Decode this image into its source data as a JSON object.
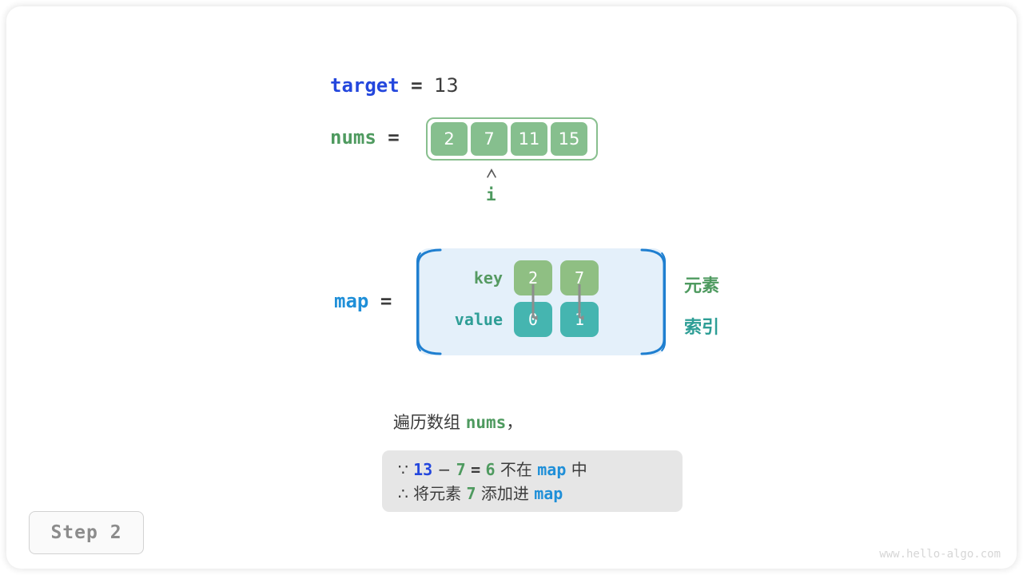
{
  "page": {
    "watermark": "www.hello-algo.com",
    "step_label": "Step 2"
  },
  "target_row": {
    "name": "target",
    "equals": "=",
    "value": "13"
  },
  "nums_row": {
    "name": "nums",
    "equals": "=",
    "cells": [
      "2",
      "7",
      "11",
      "15"
    ]
  },
  "pointer": {
    "label": "i",
    "caret": "caret-up-icon",
    "points_to_index": 1
  },
  "map_row": {
    "name": "map",
    "equals": "=",
    "key_label": "key",
    "value_label": "value",
    "entries": [
      {
        "key": "2",
        "value": "0"
      },
      {
        "key": "7",
        "value": "1"
      }
    ],
    "annotation_key": "元素",
    "annotation_value": "索引"
  },
  "caption": {
    "prefix": "遍历数组",
    "code": "nums",
    "suffix": "，"
  },
  "note": {
    "line1": {
      "symbol": "∵",
      "a": "13",
      "minus": "−",
      "b": "7",
      "equals": "=",
      "result": "6",
      "mid": "不在",
      "code": "map",
      "tail": "中"
    },
    "line2": {
      "symbol": "∴",
      "lead": "将元素",
      "num": "7",
      "mid": "添加进",
      "code": "map"
    }
  },
  "colors": {
    "target": "#2447dd",
    "nums": "#4e9a5f",
    "map": "#1f8fd8",
    "cell_green": "#86bf8e",
    "key_green": "#8fbf83",
    "value_teal": "#45b5b0",
    "map_bg": "#e4f0fa",
    "map_border": "#1f7fd0",
    "note_bg": "#e6e6e6",
    "text_dark": "#3c3c3c"
  }
}
